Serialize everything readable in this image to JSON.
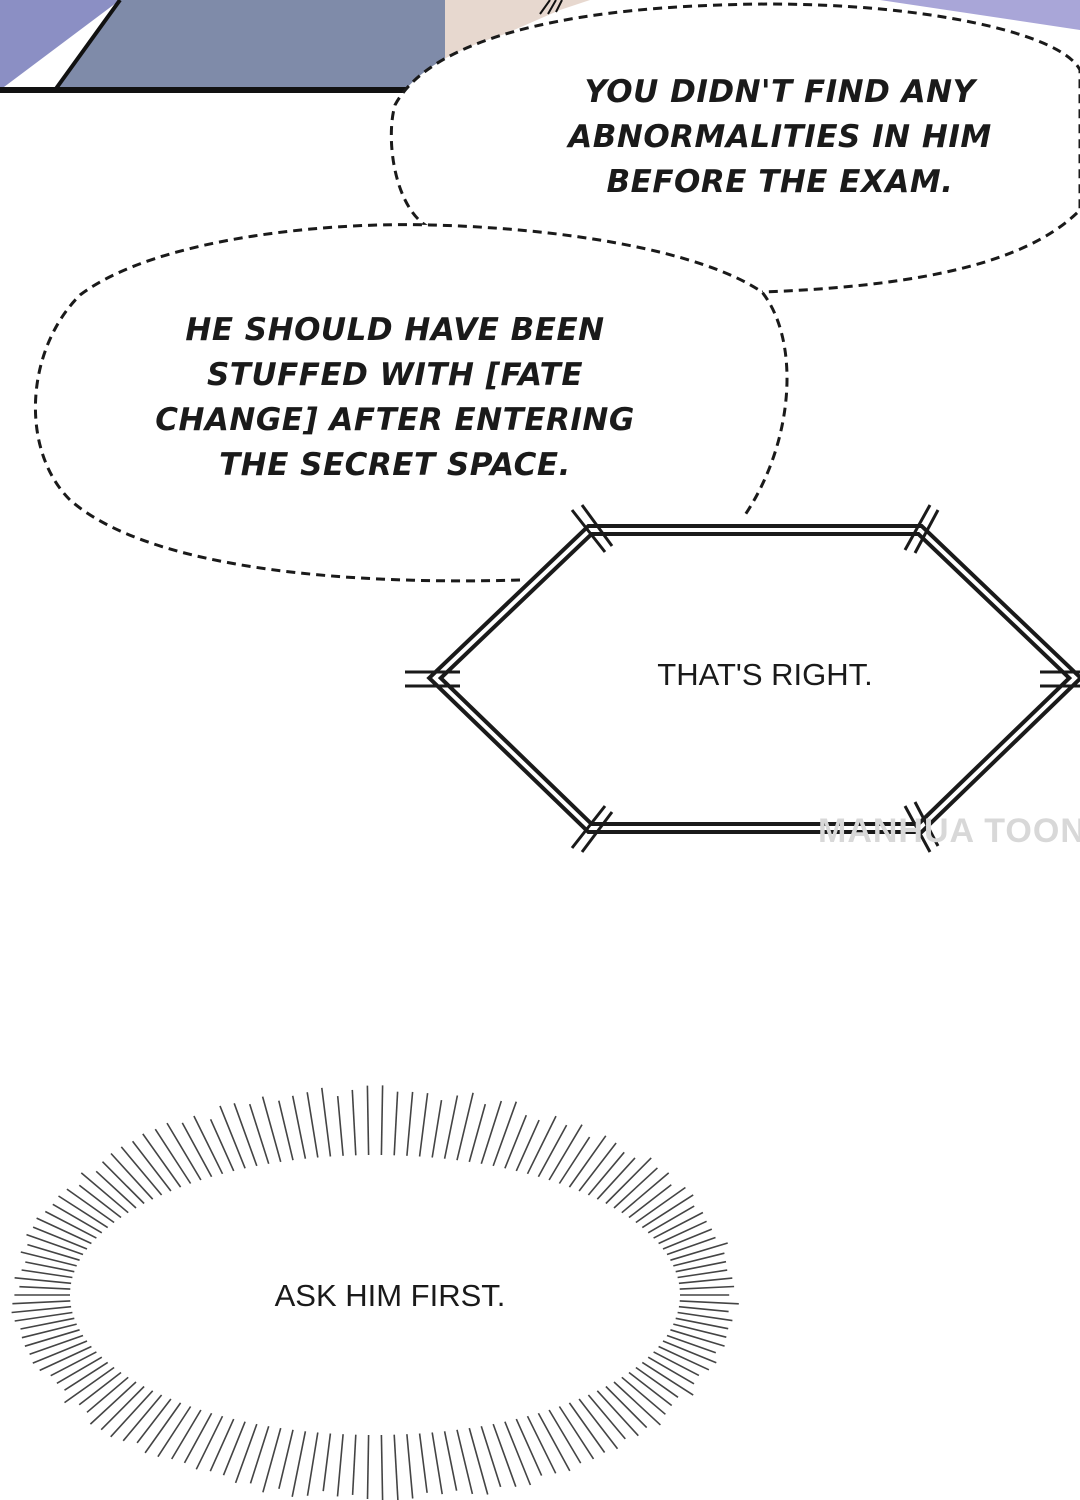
{
  "bubbles": {
    "bubble_1": {
      "lines": [
        "YOU DIDN'T FIND ANY",
        "ABNORMALITIES IN HIM",
        "BEFORE THE EXAM."
      ]
    },
    "bubble_2": {
      "lines": [
        "HE SHOULD HAVE BEEN",
        "STUFFED WITH [FATE",
        "CHANGE] AFTER ENTERING",
        "THE SECRET SPACE."
      ]
    },
    "bubble_3": {
      "text": "THAT'S RIGHT."
    },
    "bubble_4": {
      "text": "ASK HIM FIRST."
    }
  },
  "watermark": "MANHUA TOON",
  "colors": {
    "ink": "#1a1a1a",
    "panel_slate": "#7d8aa8",
    "panel_lavender": "#8f93c4"
  }
}
